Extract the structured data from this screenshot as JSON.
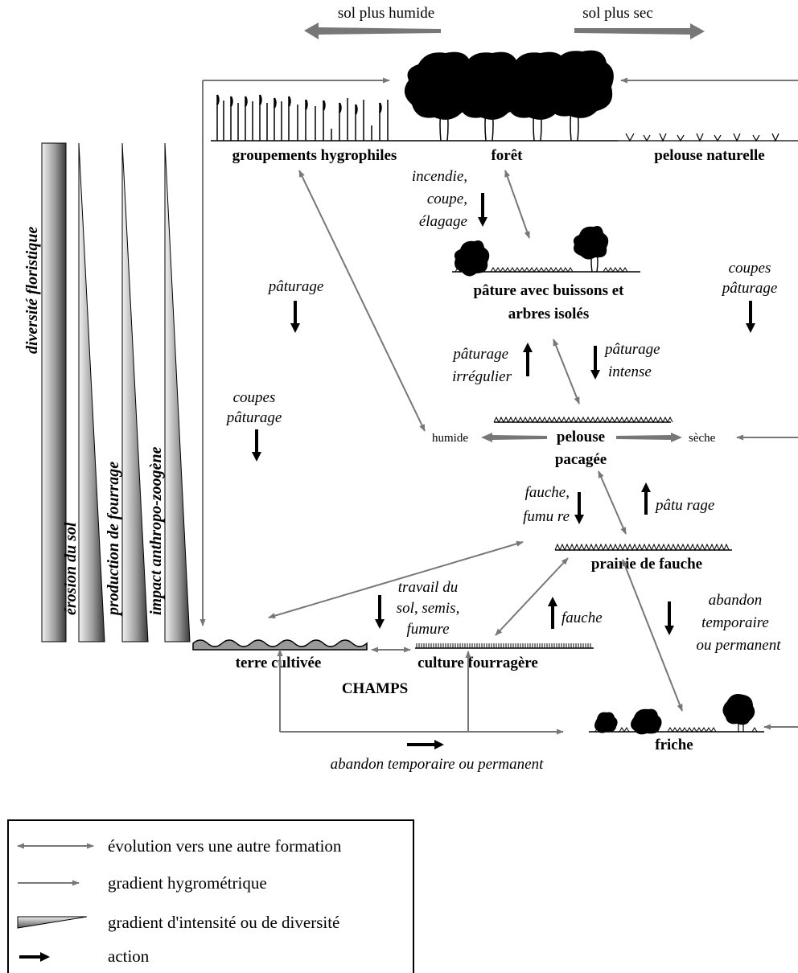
{
  "top": {
    "wetter": "sol plus humide",
    "drier": "sol plus sec"
  },
  "formations": {
    "hygrophiles": "groupements hygrophiles",
    "foret": "forêt",
    "pelouse_naturelle": "pelouse naturelle",
    "pature_line1": "pâture avec buissons et",
    "pature_line2": "arbres isolés",
    "pelouse_line1": "pelouse",
    "pelouse_line2": "pacagée",
    "humide": "humide",
    "seche": "sèche",
    "prairie": "prairie de fauche",
    "terre": "terre cultivée",
    "culture": "culture fourragère",
    "champs": "CHAMPS",
    "friche": "friche"
  },
  "actions": {
    "incendie1": "incendie,",
    "incendie2": "coupe,",
    "incendie3": "élagage",
    "paturage_left": "pâturage",
    "coupes_left1": "coupes",
    "coupes_left2": "pâturage",
    "coupes_right1": "coupes",
    "coupes_right2": "pâturage",
    "irregulier1": "pâturage",
    "irregulier2": "irrégulier",
    "intense1": "pâturage",
    "intense2": "intense",
    "fauche_fumure1": "fauche,",
    "fauche_fumure2": "fumu re",
    "paturage_right": "pâtu rage",
    "travail1": "travail du",
    "travail2": "sol, semis,",
    "travail3": "fumure",
    "fauche": "fauche",
    "abandon1": "abandon",
    "abandon2": "temporaire",
    "abandon3": "ou permanent",
    "abandon_bottom": "abandon temporaire ou permanent"
  },
  "gradients": {
    "diversite": "diversité floristique",
    "erosion": "érosion du sol",
    "production": "production de fourrage",
    "impact": "impact anthropo-zoogène"
  },
  "legend": {
    "evolution": "évolution vers une autre formation",
    "hygro": "gradient  hygrométrique",
    "intensite": "gradient d'intensité ou de diversité",
    "action": "action"
  },
  "colors": {
    "arrow_gray": "#777777",
    "action_black": "#000000"
  }
}
